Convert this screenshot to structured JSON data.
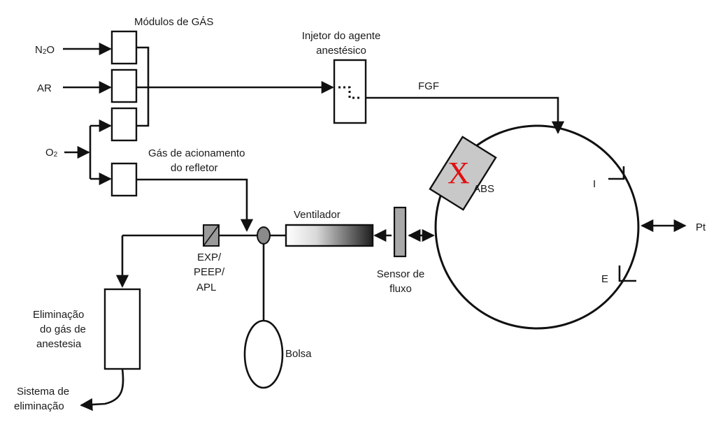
{
  "labels": {
    "gas_modules": "Módulos de GÁS",
    "n2o_main": "N",
    "n2o_sub": "2",
    "n2o_tail": "O",
    "ar": "AR",
    "o2_main": "O",
    "o2_sub": "2",
    "injector_line1": "Injetor do agente",
    "injector_line2": "anestésico",
    "fgf": "FGF",
    "drive_gas_line1": "Gás de acionamento",
    "drive_gas_line2": "do refletor",
    "abs": "ABS",
    "x_mark": "X",
    "inspiratory": "I",
    "expiratory": "E",
    "patient": "Pt",
    "ventilator": "Ventilador",
    "flow_sensor_line1": "Sensor de",
    "flow_sensor_line2": "fluxo",
    "exp_line1": "EXP/",
    "exp_line2": "PEEP/",
    "exp_line3": "APL",
    "bag": "Bolsa",
    "elim_line1": "Eliminação",
    "elim_line2": "do gás de",
    "elim_line3": "anestesia",
    "scav_line1": "Sistema de",
    "scav_line2": "eliminação"
  },
  "colors": {
    "line": "#111111",
    "x_mark": "#e01010",
    "gauge_fill": "#bdbdbd"
  }
}
